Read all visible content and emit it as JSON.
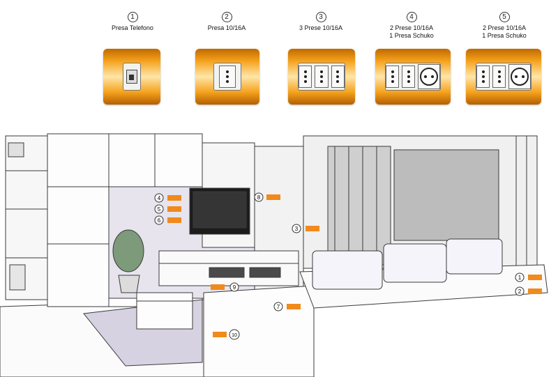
{
  "legend": [
    {
      "num": "1",
      "label": "Presa Telefono"
    },
    {
      "num": "2",
      "label": "Presa 10/16A"
    },
    {
      "num": "3",
      "label": "3 Prese 10/16A"
    },
    {
      "num": "4",
      "label": "2 Prese 10/16A\n1 Presa Schuko"
    },
    {
      "num": "5",
      "label": "2 Prese 10/16A\n1 Presa Schuko"
    }
  ],
  "markers": {
    "m1": "1",
    "m2": "2",
    "m3": "3",
    "m4": "4",
    "m5": "5",
    "m6": "6",
    "m7": "7",
    "m8": "8",
    "m9": "9",
    "m10": "10"
  },
  "colors": {
    "accent": "#f08a1c",
    "line": "#3a3a3a",
    "wall": "#f4f4f4",
    "rug": "#cfcbdc",
    "window": "#b9b9b9"
  }
}
